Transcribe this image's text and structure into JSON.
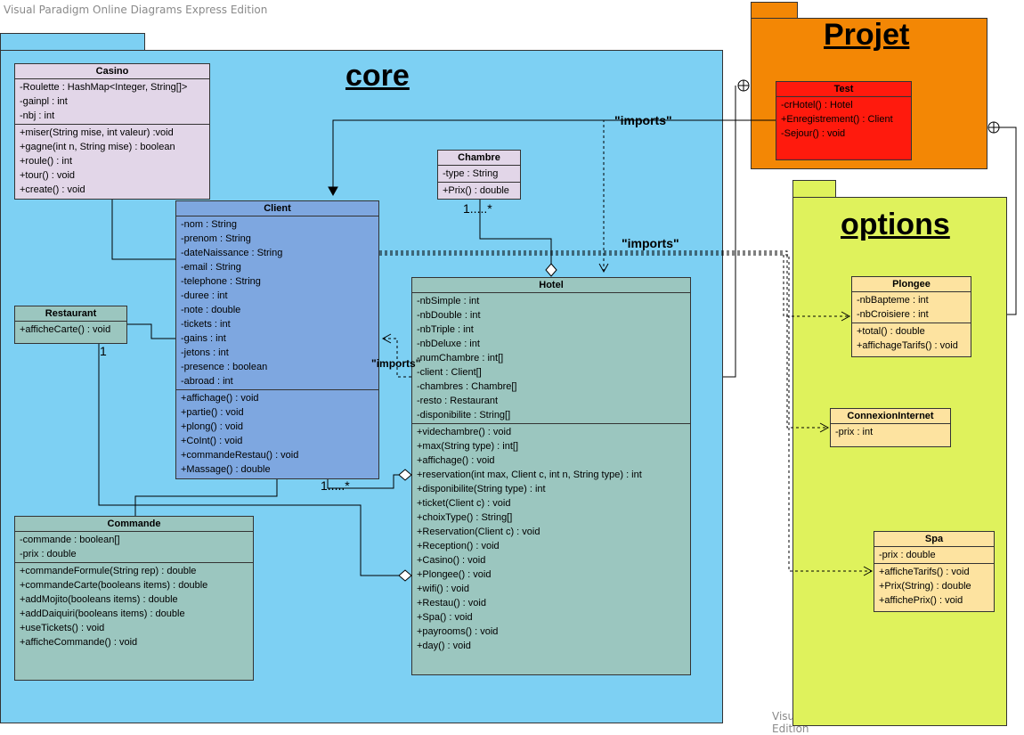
{
  "watermark": "Visual Paradigm Online Diagrams Express Edition",
  "packages": {
    "core": {
      "title": "core",
      "color": "#7dd0f3"
    },
    "projet": {
      "title": "Projet",
      "color": "#f38705"
    },
    "options": {
      "title": "options",
      "color": "#dff25c"
    }
  },
  "classes": {
    "casino": {
      "name": "Casino",
      "attributes": [
        "-Roulette : HashMap<Integer, String[]>",
        "-gainpl : int",
        "-nbj : int"
      ],
      "operations": [
        "+miser(String mise, int valeur) :void",
        "+gagne(int n, String mise) : boolean",
        "+roule() : int",
        "+tour() : void",
        "+create() : void"
      ]
    },
    "client": {
      "name": "Client",
      "attributes": [
        "-nom : String",
        "-prenom : String",
        "-dateNaissance : String",
        "-email : String",
        "-telephone : String",
        "-duree : int",
        "-note : double",
        "-tickets : int",
        "-gains : int",
        "-jetons : int",
        "-presence : boolean",
        "-abroad : int"
      ],
      "operations": [
        "+affichage() : void",
        "+partie() : void",
        "+plong() : void",
        "+CoInt() : void",
        "+commandeRestau() : void",
        "+Massage() : double"
      ]
    },
    "chambre": {
      "name": "Chambre",
      "attributes": [
        "-type : String"
      ],
      "operations": [
        "+Prix() : double"
      ]
    },
    "hotel": {
      "name": "Hotel",
      "attributes": [
        "-nbSimple : int",
        "-nbDouble : int",
        "-nbTriple : int",
        "-nbDeluxe : int",
        "-numChambre : int[]",
        "-client : Client[]",
        "-chambres : Chambre[]",
        "-resto : Restaurant",
        "-disponibilite : String[]"
      ],
      "operations": [
        "+videchambre() : void",
        "+max(String type) : int[]",
        "+affichage() : void",
        "+reservation(int max, Client c, int n, String type) : int",
        "+disponibilite(String type) : int",
        "+ticket(Client c) : void",
        "+choixType() : String[]",
        "+Reservation(Client c) : void",
        "+Reception() : void",
        "+Casino() : void",
        "+Plongee() : void",
        "+wifi() : void",
        "+Restau() : void",
        "+Spa() : void",
        "+payrooms() : void",
        "+day() : void"
      ]
    },
    "restaurant": {
      "name": "Restaurant",
      "attributes": [],
      "operations": [
        "+afficheCarte() : void"
      ]
    },
    "commande": {
      "name": "Commande",
      "attributes": [
        "-commande : boolean[]",
        "-prix : double"
      ],
      "operations": [
        "+commandeFormule(String rep) : double",
        "+commandeCarte(booleans items) : double",
        "+addMojito(booleans items) : double",
        "+addDaiquiri(booleans items) : double",
        "+useTickets() : void",
        "+afficheCommande() : void"
      ]
    },
    "test": {
      "name": "Test",
      "attributes": [
        "-crHotel() : Hotel",
        "+Enregistrement() : Client",
        "-Sejour() : void"
      ],
      "operations": []
    },
    "plongee": {
      "name": "Plongee",
      "attributes": [
        "-nbBapteme : int",
        "-nbCroisiere : int"
      ],
      "operations": [
        "+total() : double",
        "+affichageTarifs() : void"
      ]
    },
    "connexion": {
      "name": "ConnexionInternet",
      "attributes": [
        "-prix : int"
      ],
      "operations": []
    },
    "spa": {
      "name": "Spa",
      "attributes": [
        "-prix : double"
      ],
      "operations": [
        "+afficheTarifs() : void",
        "+Prix(String) : double",
        "+affichePrix() : void"
      ]
    }
  },
  "colors": {
    "casino": "#e2d6e8",
    "client": "#7ea7e0",
    "chambre": "#e2d6e8",
    "hotel": "#9bc6bf",
    "restaurant": "#9bc6bf",
    "commande": "#9bc6bf",
    "test": "#ff1a0d",
    "plongee": "#fde3a0",
    "connexion": "#fde3a0",
    "spa": "#fde3a0"
  },
  "labels": {
    "imports_top": "\"imports\"",
    "imports_mid": "\"imports\"",
    "imports_client": "\"imports\"",
    "mult_chambre": "1.....*",
    "mult_client": "1.....*",
    "mult_restaurant": "1"
  }
}
